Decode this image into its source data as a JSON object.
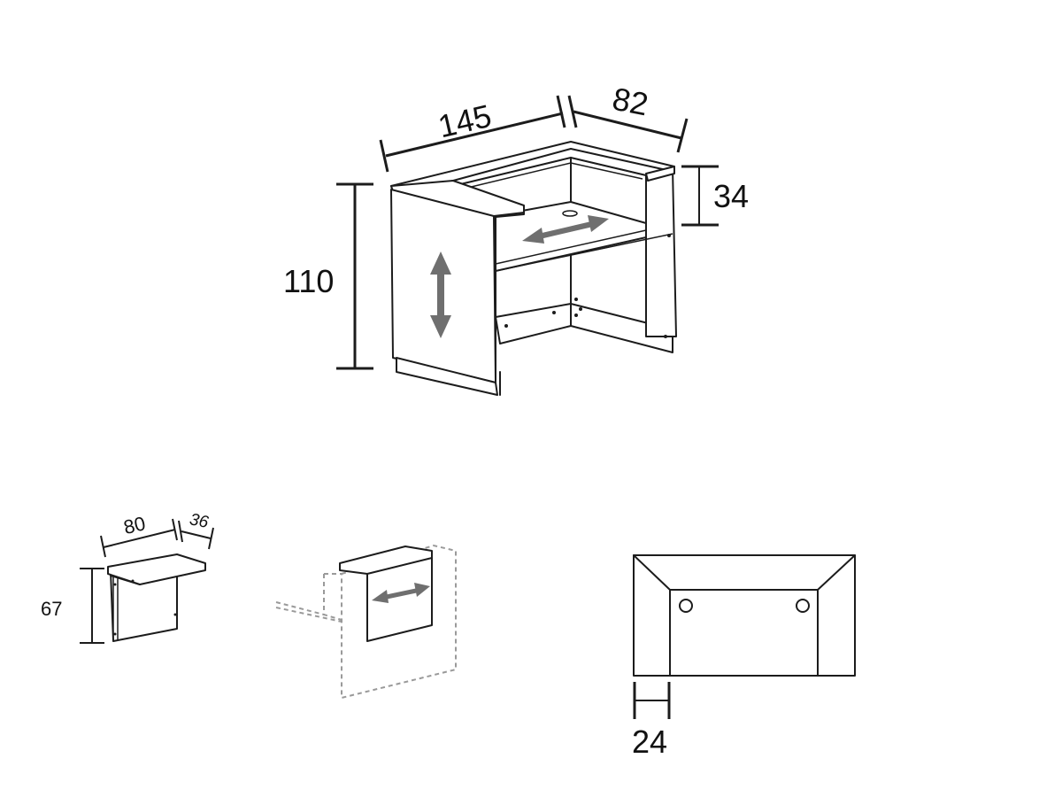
{
  "main_counter": {
    "width_label": "145",
    "depth_label": "82",
    "height_label": "110",
    "shelf_height_label": "34"
  },
  "side_module": {
    "width_label": "80",
    "depth_label": "36",
    "height_label": "67"
  },
  "top_view": {
    "offset_label": "24"
  },
  "colors": {
    "line": "#1c1c1c",
    "arrow": "#6f6f6f",
    "ghost": "#9a9a9a"
  },
  "icons": [
    "vertical-double-arrow-icon",
    "horizontal-double-arrow-icon"
  ]
}
